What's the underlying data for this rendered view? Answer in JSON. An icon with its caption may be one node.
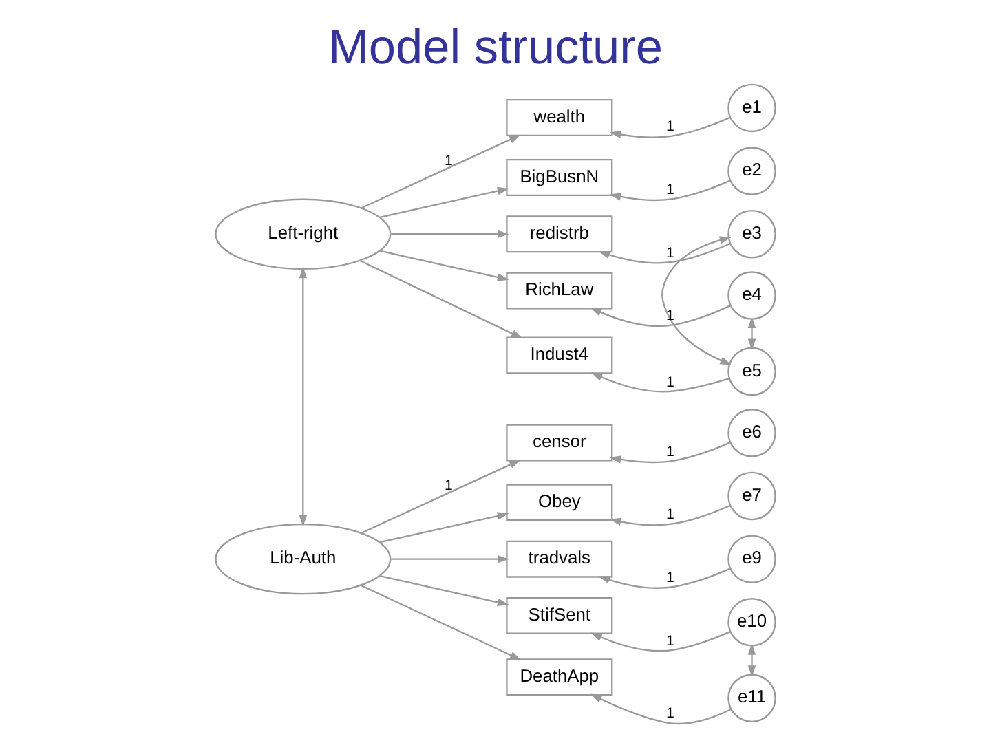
{
  "diagram": {
    "title": "Model structure",
    "nodes": [
      {
        "text": [
          "Left-right"
        ]
      },
      {
        "text": [
          "wealth"
        ]
      },
      {
        "text": [
          "BigBusnN"
        ]
      },
      {
        "text": [
          "redistrb"
        ]
      },
      {
        "text": [
          "RichLaw"
        ]
      },
      {
        "text": [
          "Indust4"
        ]
      },
      {
        "text": [
          "Lib-Auth"
        ]
      },
      {
        "text": [
          "censor"
        ]
      },
      {
        "text": [
          "Obey"
        ]
      },
      {
        "text": [
          "tradvals"
        ]
      },
      {
        "text": [
          "StifSent"
        ]
      },
      {
        "text": [
          "DeathApp"
        ]
      },
      {
        "text": [
          "e1"
        ]
      },
      {
        "text": [
          "e2"
        ]
      },
      {
        "text": [
          "e3"
        ]
      },
      {
        "text": [
          "e4"
        ]
      },
      {
        "text": [
          "e5"
        ]
      },
      {
        "text": [
          "e6"
        ]
      },
      {
        "text": [
          "e7"
        ]
      },
      {
        "text": [
          "e9"
        ]
      },
      {
        "text": [
          "e10"
        ]
      },
      {
        "text": [
          "e11"
        ]
      }
    ],
    "edges": [
      {
        "from": 0,
        "to": 1,
        "arrow": "to",
        "label": "1"
      },
      {
        "from": 0,
        "to": 2,
        "arrow": "to"
      },
      {
        "from": 0,
        "to": 3,
        "arrow": "to"
      },
      {
        "from": 0,
        "to": 4,
        "arrow": "to"
      },
      {
        "from": 0,
        "to": 5,
        "arrow": "to"
      },
      {
        "from": 6,
        "to": 7,
        "arrow": "to",
        "label": "1"
      },
      {
        "from": 6,
        "to": 8,
        "arrow": "to"
      },
      {
        "from": 6,
        "to": 9,
        "arrow": "to"
      },
      {
        "from": 6,
        "to": 10,
        "arrow": "to"
      },
      {
        "from": 6,
        "to": 11,
        "arrow": "to"
      },
      {
        "from": 12,
        "to": 1,
        "arrow": "to",
        "label": "1"
      },
      {
        "from": 13,
        "to": 2,
        "arrow": "to",
        "label": "1"
      },
      {
        "from": 14,
        "to": 3,
        "arrow": "to",
        "label": "1"
      },
      {
        "from": 15,
        "to": 4,
        "arrow": "to",
        "label": "1"
      },
      {
        "from": 16,
        "to": 5,
        "arrow": "to",
        "label": "1"
      },
      {
        "from": 17,
        "to": 7,
        "arrow": "to",
        "label": "1"
      },
      {
        "from": 18,
        "to": 8,
        "arrow": "to",
        "label": "1"
      },
      {
        "from": 19,
        "to": 9,
        "arrow": "to",
        "label": "1"
      },
      {
        "from": 20,
        "to": 10,
        "arrow": "to",
        "label": "1"
      },
      {
        "from": 21,
        "to": 11,
        "arrow": "to",
        "label": "1"
      },
      {
        "from": 0,
        "to": 6,
        "arrow": "both"
      },
      {
        "from": 14,
        "to": 16,
        "arrow": "both"
      },
      {
        "from": 15,
        "to": 16,
        "arrow": "both"
      },
      {
        "from": 20,
        "to": 21,
        "arrow": "both"
      }
    ]
  }
}
